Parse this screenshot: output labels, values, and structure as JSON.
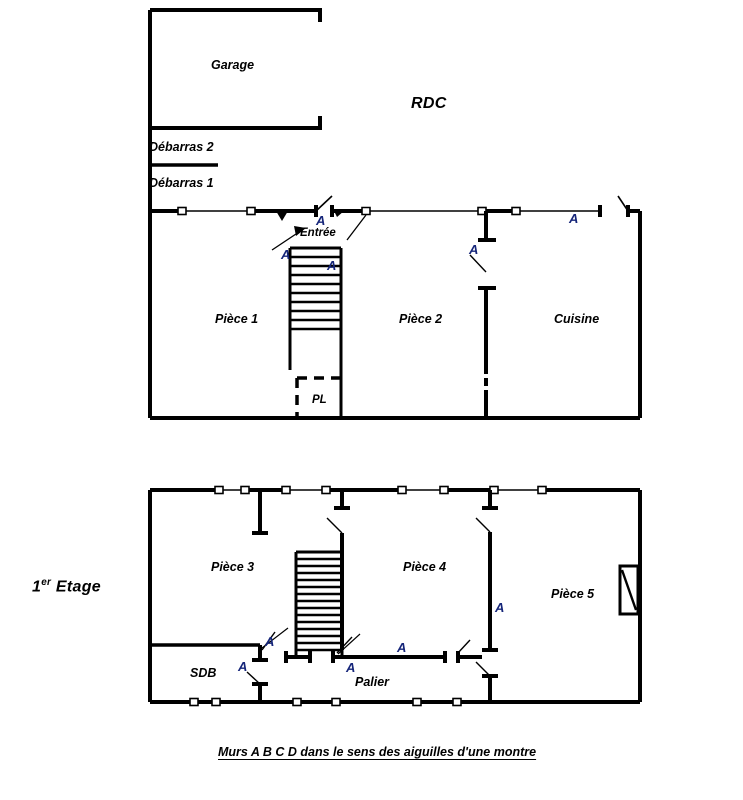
{
  "document": {
    "type": "architectural-floor-plan",
    "language": "fr"
  },
  "floors": [
    {
      "id": "rdc",
      "tag": "RDC",
      "rooms": [
        {
          "name": "Garage"
        },
        {
          "name": "Débarras 2"
        },
        {
          "name": "Débarras 1"
        },
        {
          "name": "Entrée"
        },
        {
          "name": "Pièce 1"
        },
        {
          "name": "Pièce 2"
        },
        {
          "name": "Cuisine"
        },
        {
          "name": "PL"
        }
      ],
      "wall_labels": [
        "A",
        "A",
        "A",
        "A",
        "A"
      ]
    },
    {
      "id": "etage1",
      "tag_prefix": "1",
      "tag_sup": "er",
      "tag_suffix": "Etage",
      "rooms": [
        {
          "name": "Pièce 3"
        },
        {
          "name": "Pièce 4"
        },
        {
          "name": "Pièce 5"
        },
        {
          "name": "SDB"
        },
        {
          "name": "Palier"
        }
      ],
      "wall_labels": [
        "A",
        "A",
        "A",
        "A",
        "A"
      ]
    }
  ],
  "labels": {
    "garage": "Garage",
    "rdc_tag": "RDC",
    "debarras2": "Débarras 2",
    "debarras1": "Débarras 1",
    "entree": "Entrée",
    "piece1": "Pièce 1",
    "piece2": "Pièce 2",
    "cuisine": "Cuisine",
    "pl": "PL",
    "etage_num": "1",
    "etage_sup": "er",
    "etage_word": "Etage",
    "piece3": "Pièce 3",
    "piece4": "Pièce 4",
    "piece5": "Pièce 5",
    "sdb": "SDB",
    "palier": "Palier",
    "wall_a": "A",
    "caption": "Murs A B C D dans le sens des aiguilles d'une montre"
  },
  "colors": {
    "wall": "#000000",
    "label_text": "#000000",
    "wall_letter": "#16267a",
    "background": "#ffffff"
  }
}
